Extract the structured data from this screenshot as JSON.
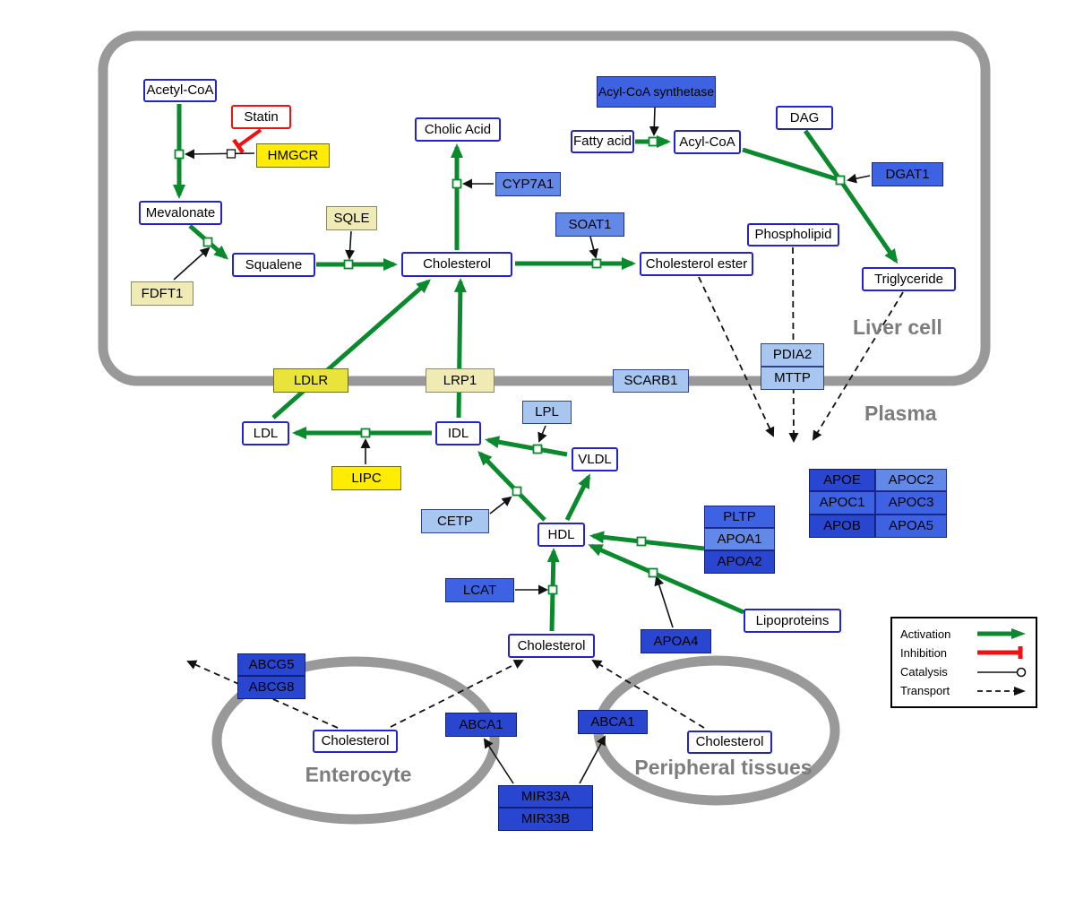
{
  "compartments": {
    "liver": "Liver cell",
    "plasma": "Plasma",
    "enterocyte": "Enterocyte",
    "peripheral": "Peripheral tissues"
  },
  "nodes": {
    "acetyl_coa": "Acetyl-CoA",
    "statin": "Statin",
    "hmgcr": "HMGCR",
    "mevalonate": "Mevalonate",
    "sqle": "SQLE",
    "fdft1": "FDFT1",
    "squalene": "Squalene",
    "cholesterol_liver": "Cholesterol",
    "cholic_acid": "Cholic Acid",
    "cyp7a1": "CYP7A1",
    "soat1": "SOAT1",
    "cholesterol_ester": "Cholesterol ester",
    "acyl_coa_synthetase": "Acyl-CoA synthetase",
    "fatty_acid": "Fatty acid",
    "acyl_coa": "Acyl-CoA",
    "dag": "DAG",
    "dgat1": "DGAT1",
    "phospholipid": "Phospholipid",
    "triglyceride": "Triglyceride",
    "ldlr": "LDLR",
    "lrp1": "LRP1",
    "scarb1": "SCARB1",
    "pdia2": "PDIA2",
    "mttp": "MTTP",
    "ldl": "LDL",
    "idl": "IDL",
    "lpl": "LPL",
    "vldl": "VLDL",
    "lipc": "LIPC",
    "cetp": "CETP",
    "hdl": "HDL",
    "pltp": "PLTP",
    "apoa1": "APOA1",
    "apoa2": "APOA2",
    "apoe": "APOE",
    "apoc2": "APOC2",
    "apoc1": "APOC1",
    "apoc3": "APOC3",
    "apob": "APOB",
    "apoa5": "APOA5",
    "lcat": "LCAT",
    "apoa4": "APOA4",
    "lipoproteins": "Lipoproteins",
    "cholesterol_plasma": "Cholesterol",
    "abcg5": "ABCG5",
    "abcg8": "ABCG8",
    "cholesterol_enterocyte": "Cholesterol",
    "abca1_left": "ABCA1",
    "abca1_right": "ABCA1",
    "cholesterol_peripheral": "Cholesterol",
    "mir33a": "MIR33A",
    "mir33b": "MIR33B"
  },
  "legend": {
    "activation": "Activation",
    "inhibition": "Inhibition",
    "catalysis": "Catalysis",
    "transport": "Transport"
  },
  "colors": {
    "activation_green": "#0b8a2d",
    "inhibition_red": "#ee1111",
    "membrane_gray": "#999999",
    "metabolite_border_blue": "#2323cc",
    "gene_yellow": "#ffec00",
    "gene_pale_yellow": "#f0ebb4",
    "gene_blue_light": "#a8c7f0",
    "gene_blue_medium": "#6288e8",
    "gene_blue_strong": "#3d63e2",
    "gene_blue_dark": "#2846cf"
  }
}
